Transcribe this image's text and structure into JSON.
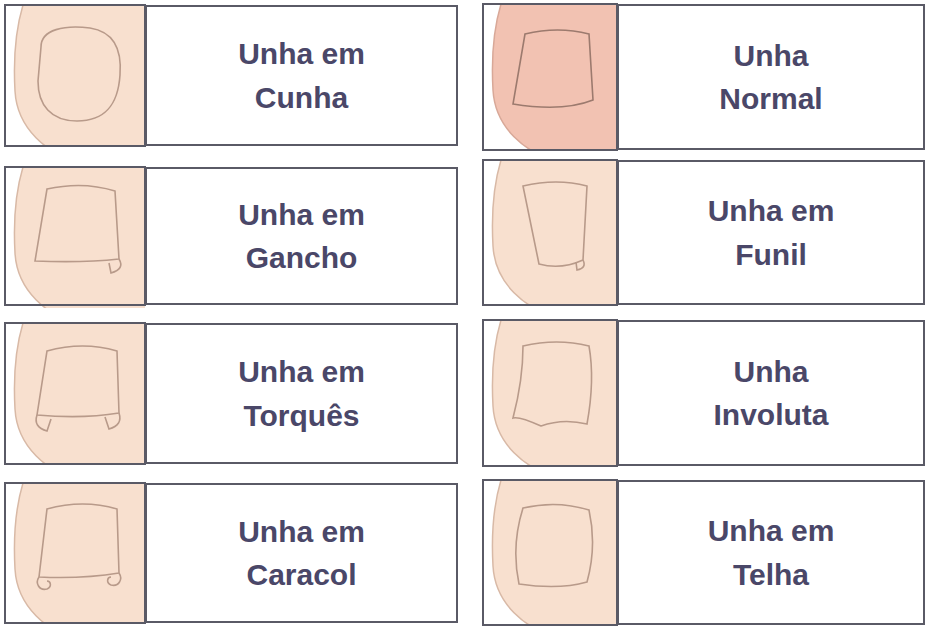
{
  "diagram": {
    "nodes": [
      {
        "text": [
          "Unha em Cunha"
        ]
      },
      {
        "text": [
          "Unha Normal"
        ]
      },
      {
        "text": [
          "Unha em Gancho"
        ]
      },
      {
        "text": [
          "Unha em Funil"
        ]
      },
      {
        "text": [
          "Unha em Torquês"
        ]
      },
      {
        "text": [
          "Unha Involuta"
        ]
      },
      {
        "text": [
          "Unha em Caracol"
        ]
      },
      {
        "text": [
          "Unha em Telha"
        ]
      }
    ]
  }
}
